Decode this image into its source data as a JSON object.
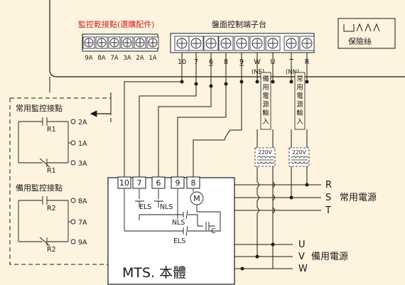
{
  "panel": {
    "monitor_block_title": "監控乾接點(選購配件)",
    "monitor_terms": [
      "9A",
      "8A",
      "7A",
      "3A",
      "2A",
      "1A"
    ],
    "control_block_title": "盤面控制端子台",
    "control_terms": [
      "10",
      "7",
      "6",
      "8",
      "9",
      "W",
      "U",
      "T",
      "R"
    ],
    "ne_label": "(NE)",
    "nn_label": "(NN)",
    "fuse_label": "保險絲"
  },
  "inputs": {
    "backup_power_input": "備用電源輸入",
    "normal_power_input": "常用電源輸入",
    "transformer_label": "220V"
  },
  "legend": {
    "normal_title": "常用監控接點",
    "backup_title": "備用監控接點",
    "normal_terms": [
      "2A",
      "1A",
      "3A"
    ],
    "backup_terms": [
      "8A",
      "7A",
      "9A"
    ],
    "relay_normal": "R1",
    "relay_backup": "R2"
  },
  "mts": {
    "terminals": [
      "10",
      "7",
      "6",
      "9",
      "8"
    ],
    "motor": "M",
    "els": "ELS",
    "nls": "NLS",
    "cap": "C",
    "body_label": "MTS. 本體"
  },
  "lines": {
    "phases_normal": [
      "R",
      "S",
      "T"
    ],
    "normal_source": "常用電源",
    "phases_backup": [
      "U",
      "V",
      "W"
    ],
    "backup_source": "備用電源"
  }
}
